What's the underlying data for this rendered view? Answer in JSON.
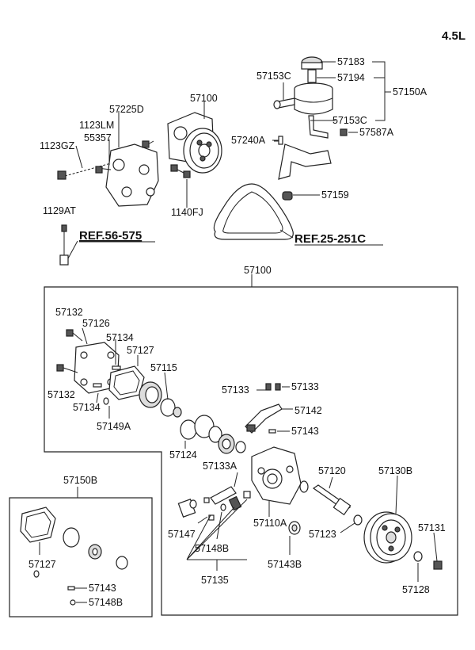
{
  "version_label": "4.5L",
  "refs": {
    "ref_56_575": "REF.56-575",
    "ref_25_251c": "REF.25-251C"
  },
  "labels": {
    "p57183": "57183",
    "p57194": "57194",
    "p57153C_top": "57153C",
    "p57150A": "57150A",
    "p57153C_bot": "57153C",
    "p57587A": "57587A",
    "p57100_top": "57100",
    "p57240A": "57240A",
    "p57159": "57159",
    "p57225D": "57225D",
    "p1123LM": "1123LM",
    "p55357": "55357",
    "p1123GZ": "1123GZ",
    "p1140FJ": "1140FJ",
    "p1129AT": "1129AT",
    "p57100_box": "57100",
    "p57132_a": "57132",
    "p57126": "57126",
    "p57134_a": "57134",
    "p57127": "57127",
    "p57115": "57115",
    "p57132_b": "57132",
    "p57134_b": "57134",
    "p57149A": "57149A",
    "p57133_a": "57133",
    "p57133_b": "57133",
    "p57142": "57142",
    "p57143": "57143",
    "p57124": "57124",
    "p57133A": "57133A",
    "p57120": "57120",
    "p57130B": "57130B",
    "p57110A": "57110A",
    "p57123": "57123",
    "p57131": "57131",
    "p57147": "57147",
    "p57148B": "57148B",
    "p57143B": "57143B",
    "p57128": "57128",
    "p57135": "57135",
    "p57150B": "57150B",
    "kit57127": "57127",
    "kit57143": "57143",
    "kit57148B": "57148B"
  }
}
